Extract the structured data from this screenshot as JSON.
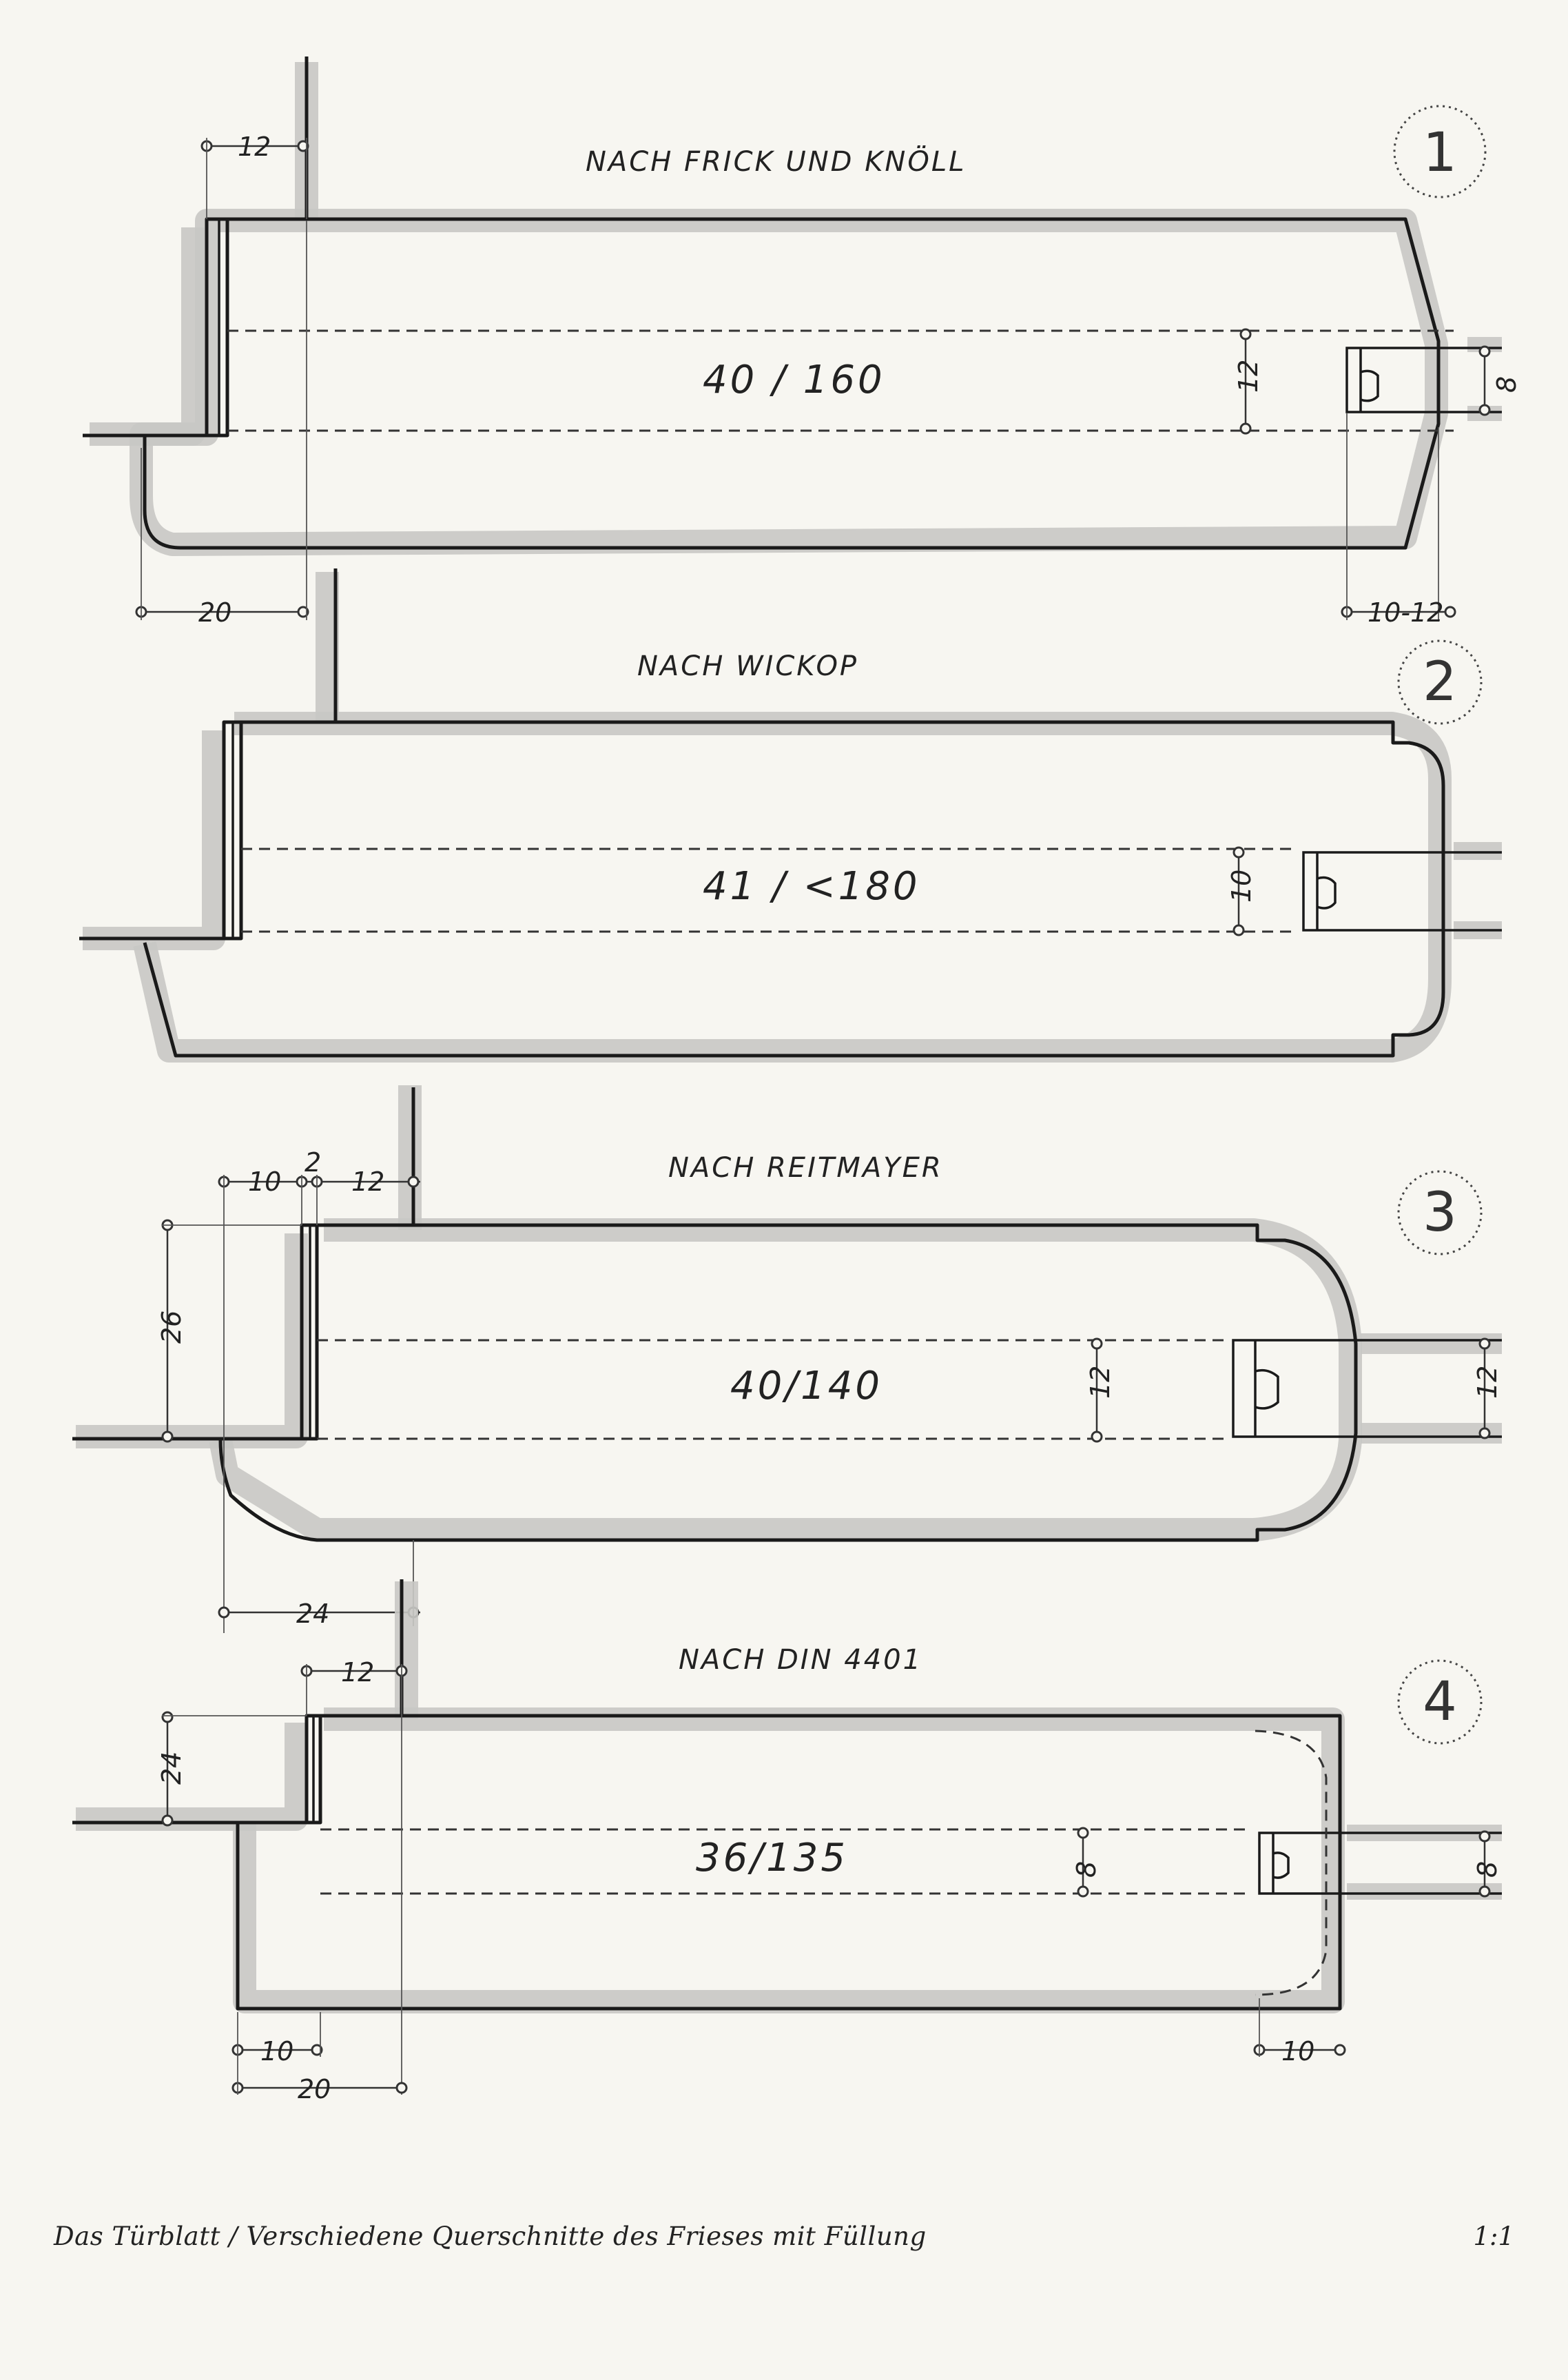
{
  "sections": [
    {
      "number": "1",
      "title": "NACH FRICK UND KNÖLL",
      "spec": "40 / 160",
      "dims": {
        "top_left": "12",
        "bottom_left": "20",
        "groove": "12",
        "tongue": "8",
        "bottom_right": "10-12"
      }
    },
    {
      "number": "2",
      "title": "NACH WICKOP",
      "spec": "41 / <180",
      "dims": {
        "groove": "10"
      }
    },
    {
      "number": "3",
      "title": "NACH REITMAYER",
      "spec": "40/140",
      "dims": {
        "top_a": "10",
        "top_b": "2",
        "top_c": "12",
        "left_height": "26",
        "groove": "12",
        "tongue": "12",
        "bottom_left": "24"
      }
    },
    {
      "number": "4",
      "title": "NACH DIN 4401",
      "spec": "36/135",
      "dims": {
        "top": "12",
        "left_height": "24",
        "groove": "8",
        "tongue": "8",
        "bottom_a": "10",
        "bottom_b": "20",
        "bottom_right": "10"
      }
    }
  ],
  "caption": "Das Türblatt / Verschiedene Querschnitte des Frieses mit Füllung",
  "scale": "1:1"
}
